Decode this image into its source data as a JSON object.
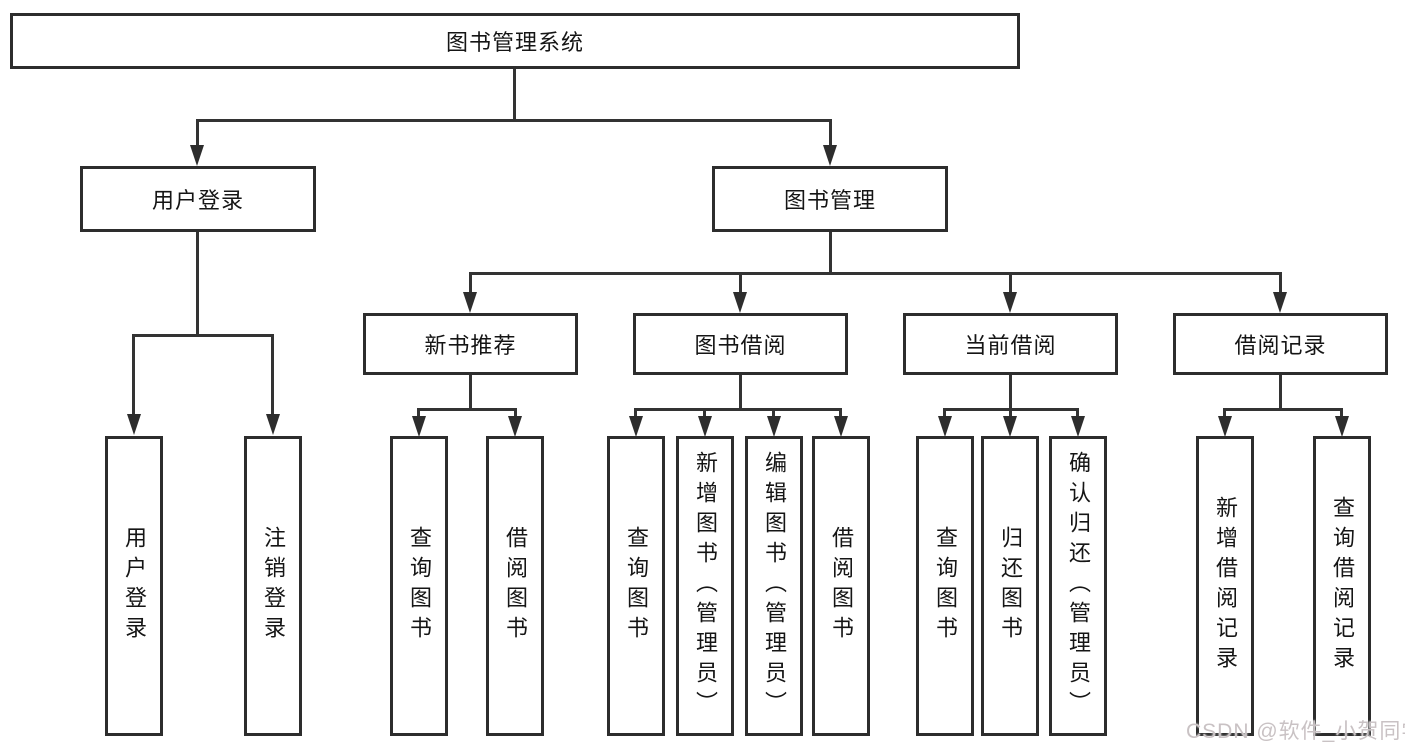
{
  "diagram": {
    "root": {
      "label": "图书管理系统"
    },
    "level2": [
      {
        "label": "用户登录"
      },
      {
        "label": "图书管理"
      }
    ],
    "level3": [
      {
        "label": "新书推荐"
      },
      {
        "label": "图书借阅"
      },
      {
        "label": "当前借阅"
      },
      {
        "label": "借阅记录"
      }
    ],
    "leaves": {
      "user_login": [
        "用户登录",
        "注销登录"
      ],
      "new_book": [
        "查询图书",
        "借阅图书"
      ],
      "book_borrow": [
        "查询图书",
        "新增图书（管理员）",
        "编辑图书（管理员）",
        "借阅图书"
      ],
      "current_borrow": [
        "查询图书",
        "归还图书",
        "确认归还（管理员）"
      ],
      "borrow_record": [
        "新增借阅记录",
        "查询借阅记录"
      ]
    }
  },
  "watermark": {
    "text": "CSDN @软件_小贺同学"
  },
  "colors": {
    "line": "#333333",
    "box_border": "#2d2d2d",
    "box_background": "#ffffff",
    "text": "#151515",
    "watermark_text": "#c9c2c4"
  }
}
